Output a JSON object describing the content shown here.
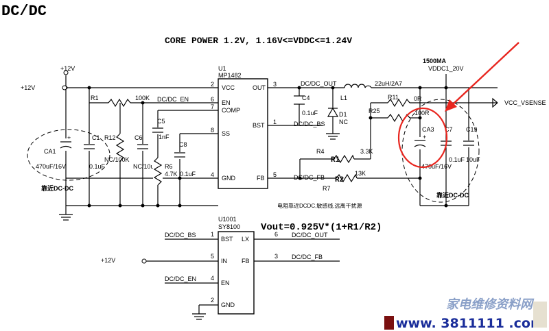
{
  "title": "DC/DC",
  "heading": "CORE POWER 1.2V, 1.16V<=VDDC<=1.24V",
  "formula": "Vout=0.925V*(1+R1/R2)",
  "note_cn": "电阻靠近DCDC,敏感线,远离干扰源",
  "near_label_left": "靠近DC-DC",
  "near_label_right": "靠近DC-DC",
  "ic1": {
    "ref": "U1",
    "part": "MP1482",
    "pins": [
      {
        "num": "2",
        "name": "VCC"
      },
      {
        "num": "6",
        "name": "EN"
      },
      {
        "num": "7",
        "name": "COMP"
      },
      {
        "num": "8",
        "name": "SS"
      },
      {
        "num": "4",
        "name": "GND"
      },
      {
        "num": "3",
        "name": "OUT"
      },
      {
        "num": "1",
        "name": "BST"
      },
      {
        "num": "5",
        "name": "FB"
      }
    ]
  },
  "ic2": {
    "ref": "U1001",
    "part": "SY8100",
    "pins": [
      {
        "num": "1",
        "name": "BST"
      },
      {
        "num": "5",
        "name": "IN"
      },
      {
        "num": "4",
        "name": "EN"
      },
      {
        "num": "2",
        "name": "GND"
      },
      {
        "num": "6",
        "name": "LX"
      },
      {
        "num": "3",
        "name": "FB"
      }
    ]
  },
  "nets": {
    "p12v": "+12V",
    "p12v_left": "+12V",
    "p12v_ic2": "+12V",
    "en": "DC/DC_EN",
    "out": "DC/DC_OUT",
    "bs": "DC/DC_BS",
    "fb": "DC/DC_FB",
    "vddc": "VDDC1_20V",
    "vsense": "VCC_VSENSE",
    "current": "1500MA",
    "ic2_bs": "DC/DC_BS",
    "ic2_en": "DC/DC_EN",
    "ic2_out": "DC/DC_OUT",
    "ic2_fb": "DC/DC_FB"
  },
  "parts": {
    "r1": {
      "ref": "R1",
      "val": "100K"
    },
    "r12": {
      "ref": "R12",
      "val": "NC/100K"
    },
    "c1": {
      "ref": "C1",
      "val": "0.1uF"
    },
    "ca1": {
      "ref": "CA1",
      "val": "470uF/16V"
    },
    "c6": {
      "ref": "C6",
      "val": "NC/10uF"
    },
    "c5": {
      "ref": "C5",
      "val": "1nF"
    },
    "r6": {
      "ref": "R6",
      "val": "4.7K"
    },
    "c8": {
      "ref": "C8",
      "val": "0.1uF"
    },
    "c4": {
      "ref": "C4",
      "val": "0.1uF"
    },
    "l1": {
      "ref": "L1",
      "val": "22uH/2A7"
    },
    "d1": {
      "ref": "D1",
      "val": "NC"
    },
    "r11": {
      "ref": "R11",
      "val": "0R"
    },
    "r25": {
      "ref": "R25",
      "val": "100R"
    },
    "r4": {
      "ref": "R4",
      "val": "3.3K",
      "alias": "R1"
    },
    "r7": {
      "ref": "R7",
      "val": "13K",
      "alias": "R2"
    },
    "ca3": {
      "ref": "CA3",
      "val": "470uF/16V"
    },
    "c7": {
      "ref": "C7",
      "val": "0.1uF"
    },
    "c19": {
      "ref": "C19",
      "val": "10uF"
    }
  },
  "watermark": {
    "cn": "家电维修资料网",
    "url": "www. 3811111 .com"
  },
  "colors": {
    "highlight": "#e8261f",
    "watermark_cn": "#8aa0c8",
    "watermark_url": "#1a2d9a",
    "badge": "#7a1010"
  }
}
